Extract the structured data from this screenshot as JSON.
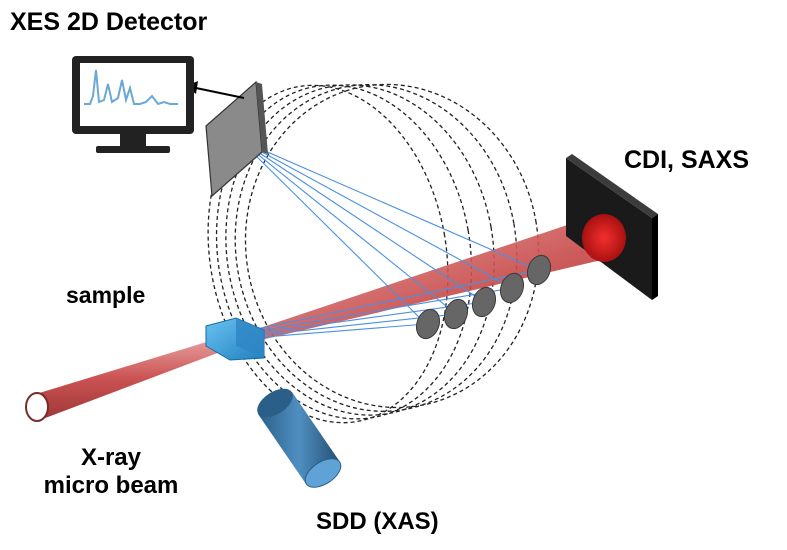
{
  "labels": {
    "xes_detector": "XES 2D Detector",
    "cdi_saxs": "CDI, SAXS",
    "sample": "sample",
    "xray_line1": "X-ray",
    "xray_line2": "micro beam",
    "sdd": "SDD (XAS)"
  },
  "colors": {
    "beam": "#c84a4a",
    "fluorescence_rays": "#4a90e2",
    "sample": "#3a9ad9",
    "sdd": "#2f6fa0",
    "crystal": "#888888",
    "screen": "#1a1a1a",
    "circles": "#222222"
  },
  "icons": {
    "monitor": "monitor-icon",
    "spectrum": "spectrum-icon"
  },
  "analyzer_crystal_count": 5,
  "rowland_circle_count": 5
}
